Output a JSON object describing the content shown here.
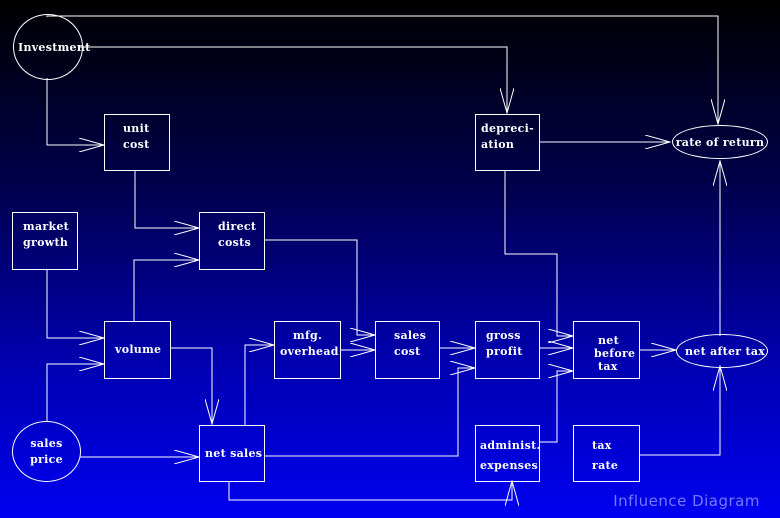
{
  "nodes": {
    "investment": "Investment",
    "unit_cost": [
      "unit",
      "cost"
    ],
    "depreciation": [
      "depreci-",
      "ation"
    ],
    "rate_of_return": "rate of return",
    "market_growth": [
      "market",
      "growth"
    ],
    "direct_costs": [
      "direct",
      "costs"
    ],
    "volume": "volume",
    "mfg_overhead": [
      "mfg.",
      "overhead"
    ],
    "sales_cost": [
      "sales",
      "cost"
    ],
    "gross_profit": [
      "gross",
      "profit"
    ],
    "net_before_tax": [
      "net",
      "before",
      "tax"
    ],
    "net_after_tax": "net after tax",
    "sales_price": [
      "sales",
      "price"
    ],
    "net_sales": "net sales",
    "administ_expenses": [
      "administ.",
      "expenses"
    ],
    "tax_rate": [
      "tax",
      "rate"
    ]
  },
  "caption": "Influence Diagram",
  "colors": {
    "line": "#ffffff",
    "caption": "#7878ff",
    "background_top": "#000000",
    "background_bottom": "#0000f0"
  }
}
